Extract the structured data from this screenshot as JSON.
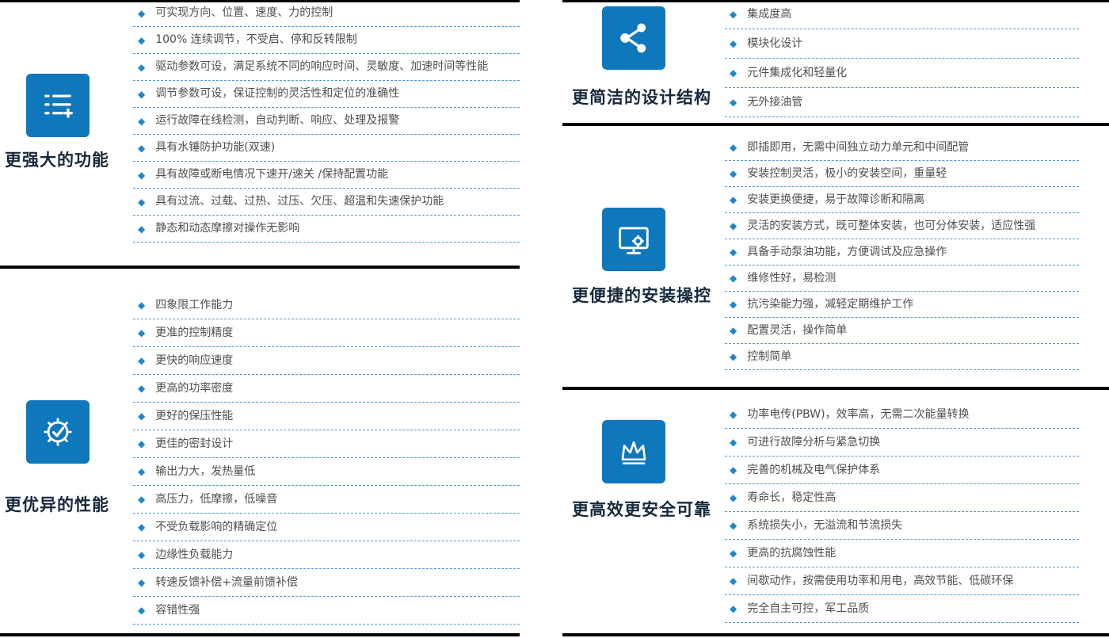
{
  "colors": {
    "panel_blue": "#0F78BC",
    "diamond_blue": "#1E87C8",
    "dash_blue": "#4E9CD0",
    "title_dark": "#16293C",
    "item_text": "#4F4F4F",
    "divider_black": "#000000"
  },
  "sections": [
    {
      "id": "powerful-features",
      "icon": "list-plus-icon",
      "title": "更强大的功能",
      "items": [
        "可实现方向、位置、速度、力的控制",
        "100% 连续调节，不受启、停和反转限制",
        "驱动参数可设，满足系统不同的响应时间、灵敏度、加速时间等性能",
        "调节参数可设，保证控制的灵活性和定位的准确性",
        "运行故障在线检测，自动判断、响应、处理及报警",
        "具有水锤防护功能(双速)",
        "具有故障或断电情况下速开/速关 /保持配置功能",
        "具有过流、过载、过热、过压、欠压、超温和失速保护功能",
        "静态和动态摩擦对操作无影响"
      ]
    },
    {
      "id": "superior-performance",
      "icon": "gear-check-icon",
      "title": "更优异的性能",
      "items": [
        "四象限工作能力",
        "更准的控制精度",
        "更快的响应速度",
        "更高的功率密度",
        "更好的保压性能",
        "更佳的密封设计",
        "输出力大，发热量低",
        "高压力，低摩擦，低噪音",
        "不受负载影响的精确定位",
        "边缘性负载能力",
        "转速反馈补偿+流量前馈补偿",
        "容错性强"
      ]
    },
    {
      "id": "simple-design-structure",
      "icon": "share-network-icon",
      "title": "更简洁的设计结构",
      "items": [
        "集成度高",
        "模块化设计",
        "元件集成化和轻量化",
        "无外接油管"
      ]
    },
    {
      "id": "convenient-install-control",
      "icon": "monitor-gear-icon",
      "title": "更便捷的安装操控",
      "items": [
        "即插即用，无需中间独立动力单元和中间配管",
        "安装控制灵活，极小的安装空间，重量轻",
        "安装更换便捷，易于故障诊断和隔离",
        "灵活的安装方式，既可整体安装，也可分体安装，适应性强",
        "具备手动泵油功能，方便调试及应急操作",
        "维修性好，易检测",
        "抗污染能力强，减轻定期维护工作",
        "配置灵活，操作简单",
        "控制简单"
      ]
    },
    {
      "id": "efficient-safe-reliable",
      "icon": "crown-icon",
      "title": "更高效更安全可靠",
      "items": [
        "功率电传(PBW)，效率高，无需二次能量转换",
        "可进行故障分析与紧急切换",
        "完善的机械及电气保护体系",
        "寿命长，稳定性高",
        "系统损失小，无溢流和节流损失",
        "更高的抗腐蚀性能",
        "间歇动作，按需使用功率和用电，高效节能、低碳环保",
        "完全自主可控，军工品质"
      ]
    }
  ]
}
